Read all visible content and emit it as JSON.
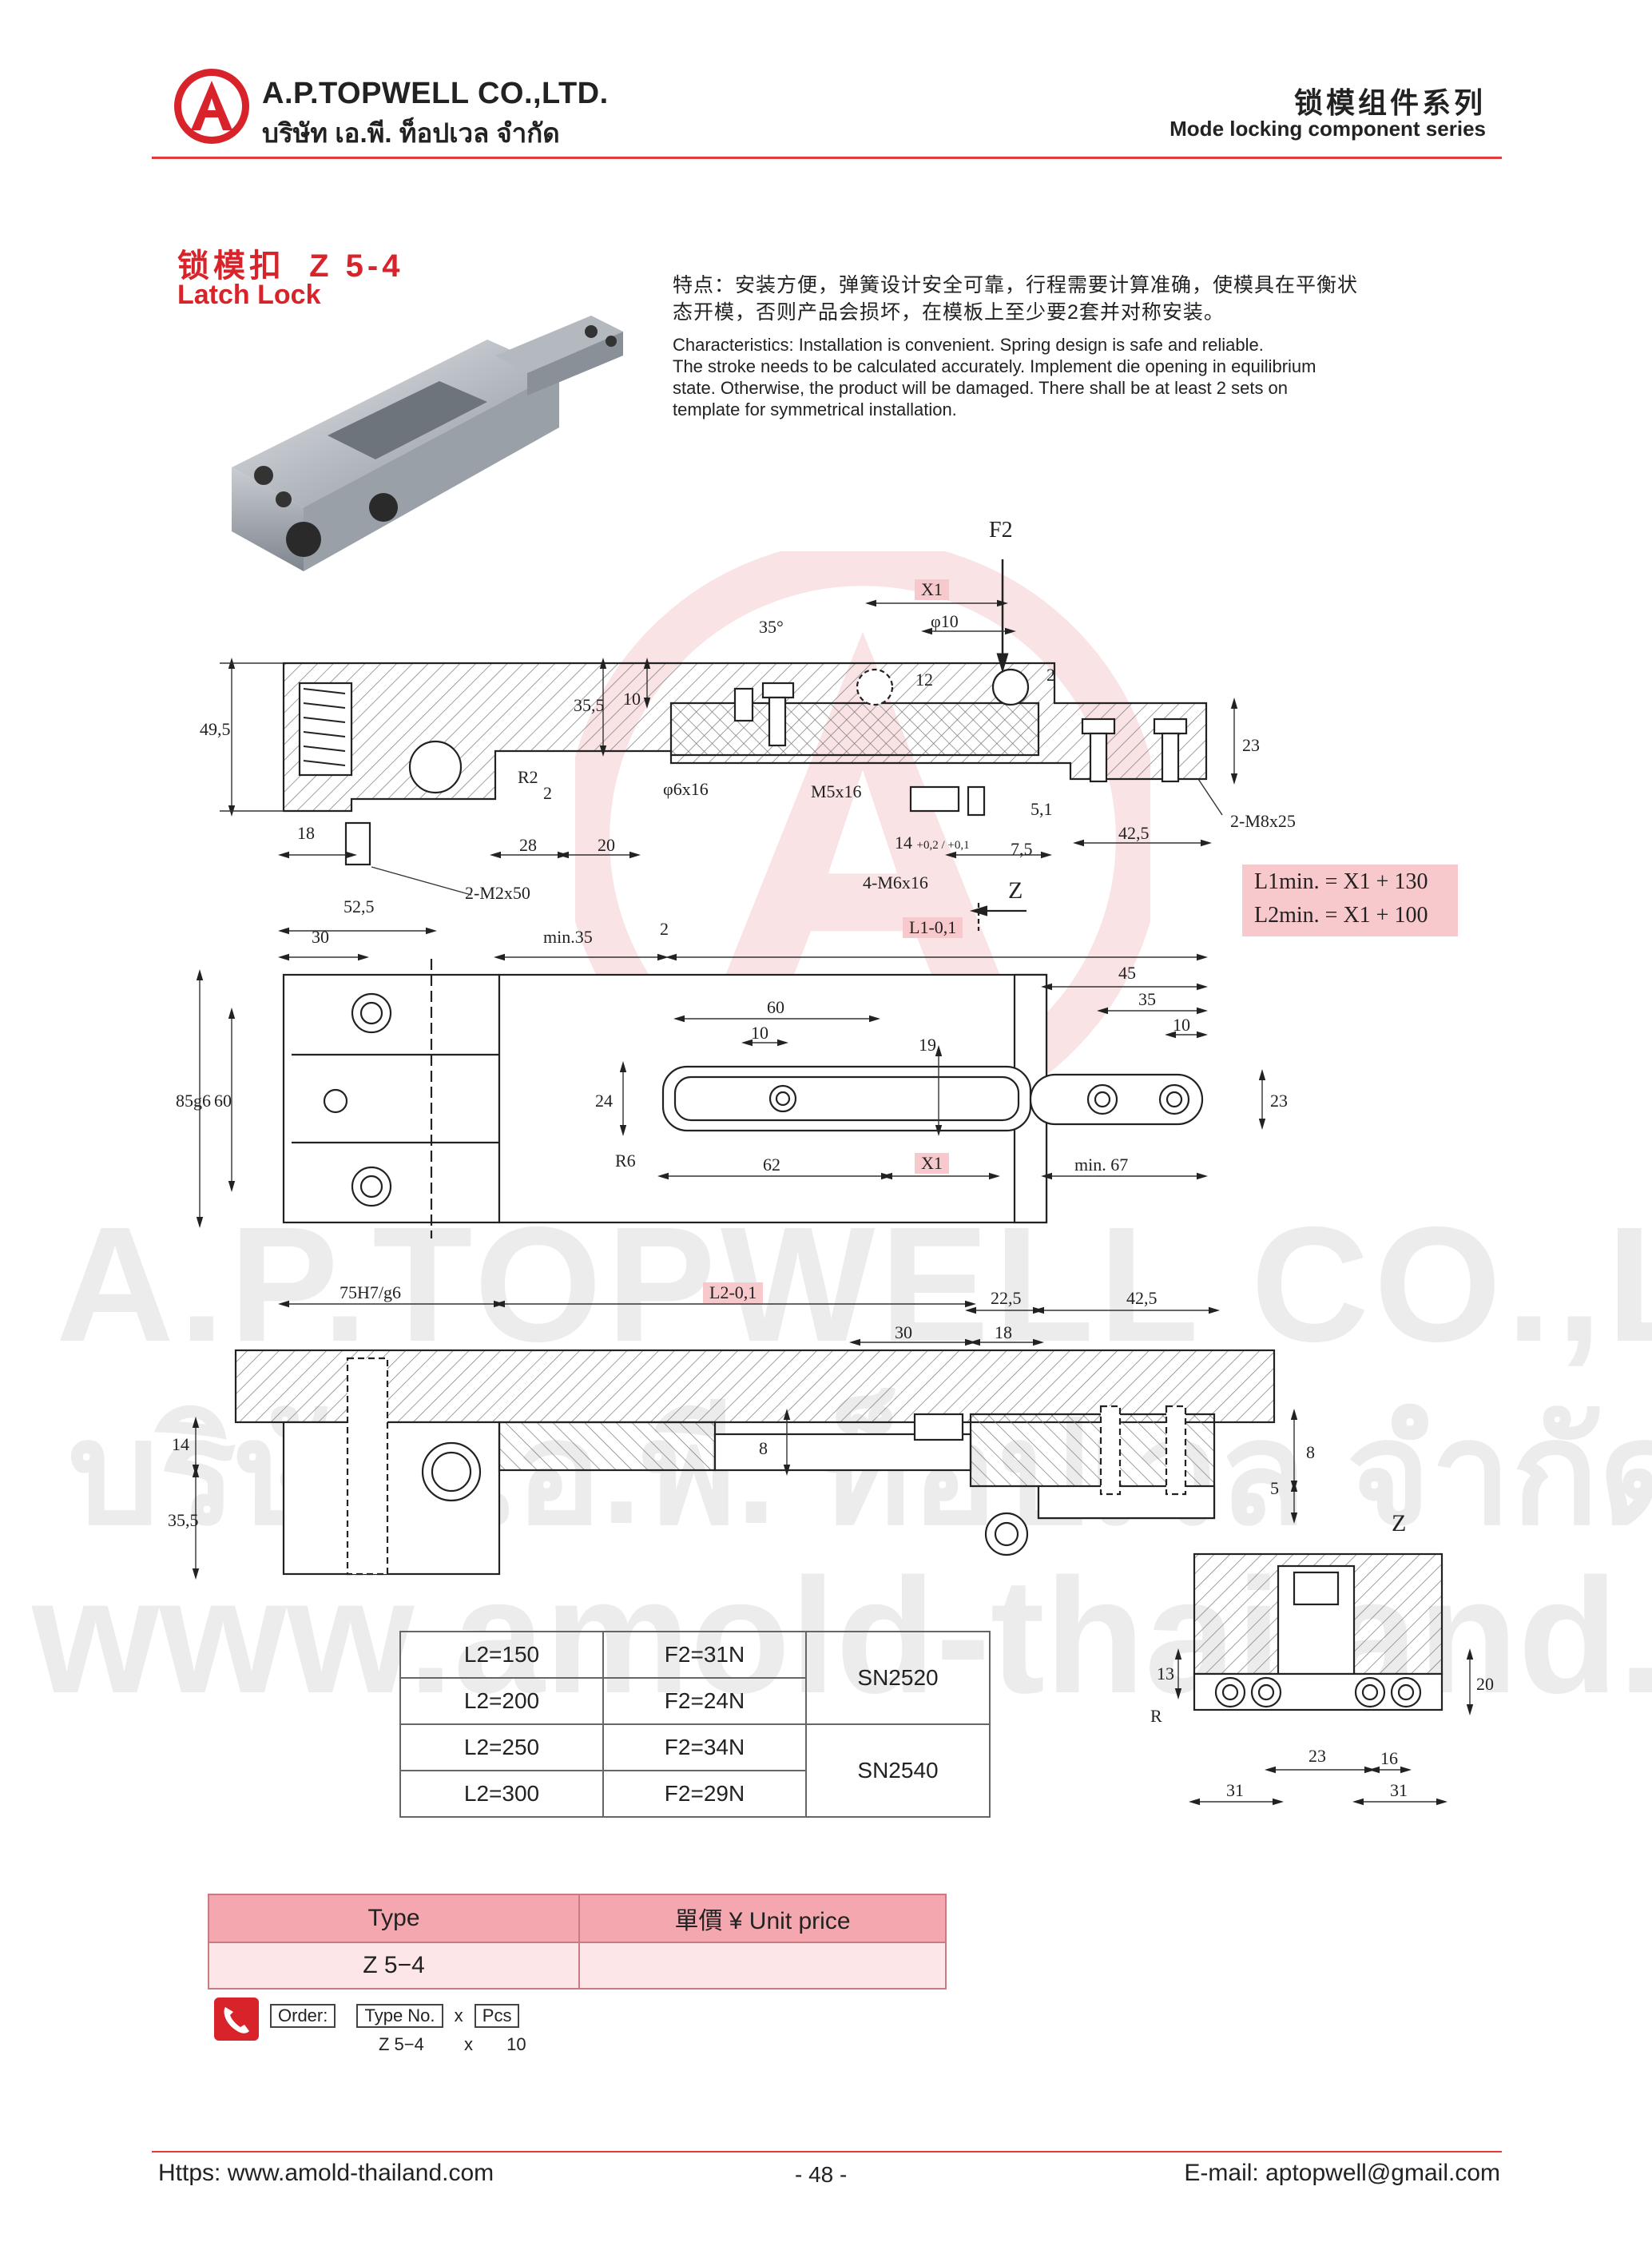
{
  "header": {
    "company_en": "A.P.TOPWELL CO.,LTD.",
    "company_th": "บริษัท เอ.พี. ท็อปเวล จำกัด",
    "series_cn": "锁模组件系列",
    "series_en": "Mode locking component series",
    "logo_letter": "A"
  },
  "product": {
    "title_cn": "锁模扣",
    "code": "Z 5-4",
    "title_en": "Latch Lock",
    "desc_cn_1": "特点：安装方便，弹簧设计安全可靠，行程需要计算准确，使模具在平衡状",
    "desc_cn_2": "态开模，否则产品会损坏，在模板上至少要2套并对称安装。",
    "desc_en_1": "Characteristics: Installation is convenient. Spring design is safe and reliable.",
    "desc_en_2": "The stroke needs to be calculated accurately. Implement die opening in equilibrium",
    "desc_en_3": "state. Otherwise, the product will be damaged. There shall be at least 2 sets on",
    "desc_en_4": "template for symmetrical installation."
  },
  "dims": {
    "f2": "F2",
    "x1": "X1",
    "phi10": "φ10",
    "a35": "35°",
    "d12": "12",
    "d2a": "2",
    "d10": "10",
    "d355a": "35,5",
    "d495": "49,5",
    "r2": "R2",
    "d2b": "2",
    "d23a": "23",
    "d51": "5,1",
    "phi6x16": "φ6x16",
    "m5x16": "M5x16",
    "d14": "14",
    "tol14": "+0,2 / +0,1",
    "m6x16": "4-M6x16",
    "d75": "7,5",
    "m8x25": "2-M8x25",
    "d425a": "42,5",
    "z": "Z",
    "d18a": "18",
    "d28": "28",
    "d20": "20",
    "m2x50": "2-M2x50",
    "l1min": "L1min. = X1 + 130",
    "l2min": "L2min. = X1 + 100",
    "d525": "52,5",
    "d30a": "30",
    "min35": "min.35",
    "d2c": "2",
    "l1": "L1-0,1",
    "d45": "45",
    "d35": "35",
    "d10b": "10",
    "d60a": "60",
    "d10c": "10",
    "d19": "19",
    "d85": "85g6",
    "d60b": "60",
    "d24": "24",
    "d23b": "23",
    "r6": "R6",
    "d62": "62",
    "x1b": "X1",
    "min67": "min. 67",
    "d75h7": "75H7/g6",
    "l2": "L2-0,1",
    "d225": "22,5",
    "d425b": "42,5",
    "d30b": "30",
    "d18b": "18",
    "d14b": "14",
    "d8a": "8",
    "d355b": "35,5",
    "d8b": "8",
    "d5": "5",
    "zb": "Z",
    "d13": "13",
    "r": "R",
    "d20b": "20",
    "d23c": "23",
    "d16": "16",
    "d31a": "31",
    "d31b": "31"
  },
  "spec_table": [
    [
      "L2=150",
      "F2=31N",
      "SN2520"
    ],
    [
      "L2=200",
      "F2=24N",
      ""
    ],
    [
      "L2=250",
      "F2=34N",
      "SN2540"
    ],
    [
      "L2=300",
      "F2=29N",
      ""
    ]
  ],
  "price_table": {
    "head_type": "Type",
    "head_price": "單價 ¥ Unit price",
    "type": "Z 5−4",
    "price": ""
  },
  "order": {
    "label": "Order:",
    "type_no": "Type No.",
    "x": "x",
    "pcs": "Pcs",
    "ex_type": "Z 5−4",
    "ex_x": "x",
    "ex_pcs": "10"
  },
  "watermark": {
    "line1": "A.P.TOPWELL CO.,LTD.",
    "line2": "บริษัท เอ.พี. ท็อปเวล จำกัด",
    "line3": "www.amold-thailand.com"
  },
  "footer": {
    "url": "Https: www.amold-thailand.com",
    "page": "- 48 -",
    "email": "E-mail: aptopwell@gmail.com"
  },
  "colors": {
    "accent": "#d8232a",
    "line": "#e23b3b",
    "price_head": "#f4a7ae",
    "price_row": "#fce6e8"
  }
}
